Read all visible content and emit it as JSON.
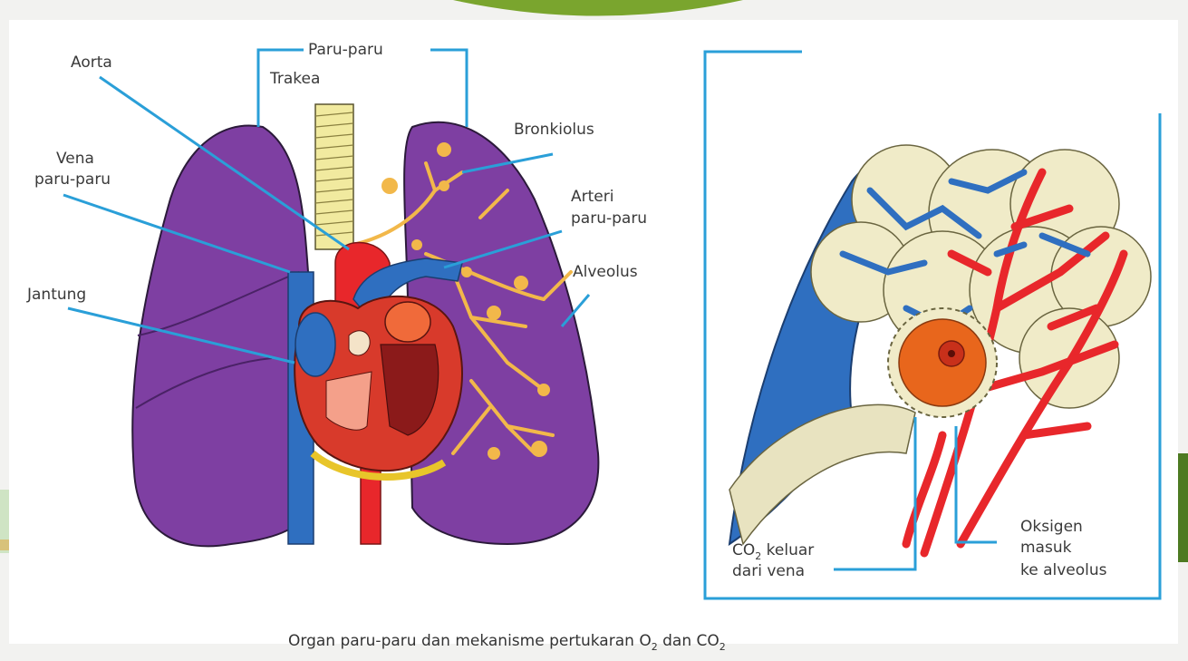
{
  "labels": {
    "paru_paru": "Paru-paru",
    "trakea": "Trakea",
    "aorta": "Aorta",
    "vena_paru_paru_line1": "Vena",
    "vena_paru_paru_line2": "paru-paru",
    "jantung": "Jantung",
    "bronkiolus": "Bronkiolus",
    "arteri_paru_paru_line1": "Arteri",
    "arteri_paru_paru_line2": "paru-paru",
    "alveolus": "Alveolus",
    "co2_line1_main": "CO",
    "co2_line1_sub": "2",
    "co2_line1_rest": " keluar",
    "co2_line2": "dari vena",
    "oksigen_line1": "Oksigen",
    "oksigen_line2": "masuk",
    "oksigen_line3": "ke alveolus"
  },
  "caption": {
    "prefix": "Organ paru-paru dan mekanisme pertukaran  O",
    "sub1": "2",
    "middle": " dan CO",
    "sub2": "2"
  },
  "colors": {
    "lung": "#7e3fa2",
    "vein": "#2f6fc0",
    "artery": "#e8272b",
    "heart_red": "#d83a2b",
    "bronchi": "#f2b84a",
    "trachea": "#f1ea9f",
    "line": "#2a9fd8",
    "alveolus": "#f0ebc8",
    "green": "#6e9a2a"
  }
}
